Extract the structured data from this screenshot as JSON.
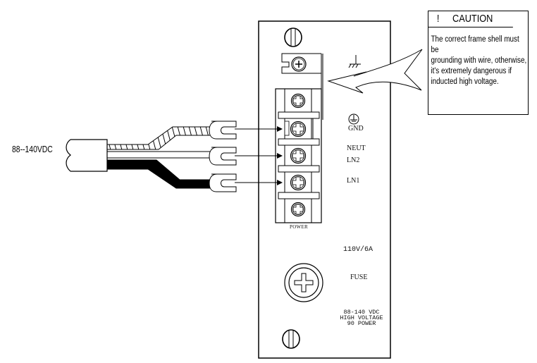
{
  "caution": {
    "mark": "!",
    "title": "CAUTION",
    "lines": [
      "The correct frame shell must be",
      "grounding with wire, otherwise,",
      "it's extremely dangerous if",
      "inducted high voltage."
    ]
  },
  "cable": {
    "label": "88--140VDC"
  },
  "panel": {
    "terminals": {
      "gnd": "GND",
      "neut": "NEUT",
      "ln2": "LN2",
      "ln1": "LN1"
    },
    "power_label": "POWER",
    "fuse_rating": "110V/6A",
    "fuse_label": "FUSE",
    "spec_lines": [
      "88-140 VDC",
      "HIGH VOLTAGE",
      "90 POWER"
    ]
  },
  "icons": {
    "ground_symbol": "chassis-ground-icon",
    "earth_symbol": "protective-earth-icon",
    "arrow": "hand-drawn-arrow-icon"
  },
  "colors": {
    "line": "#000000",
    "background": "#ffffff"
  }
}
